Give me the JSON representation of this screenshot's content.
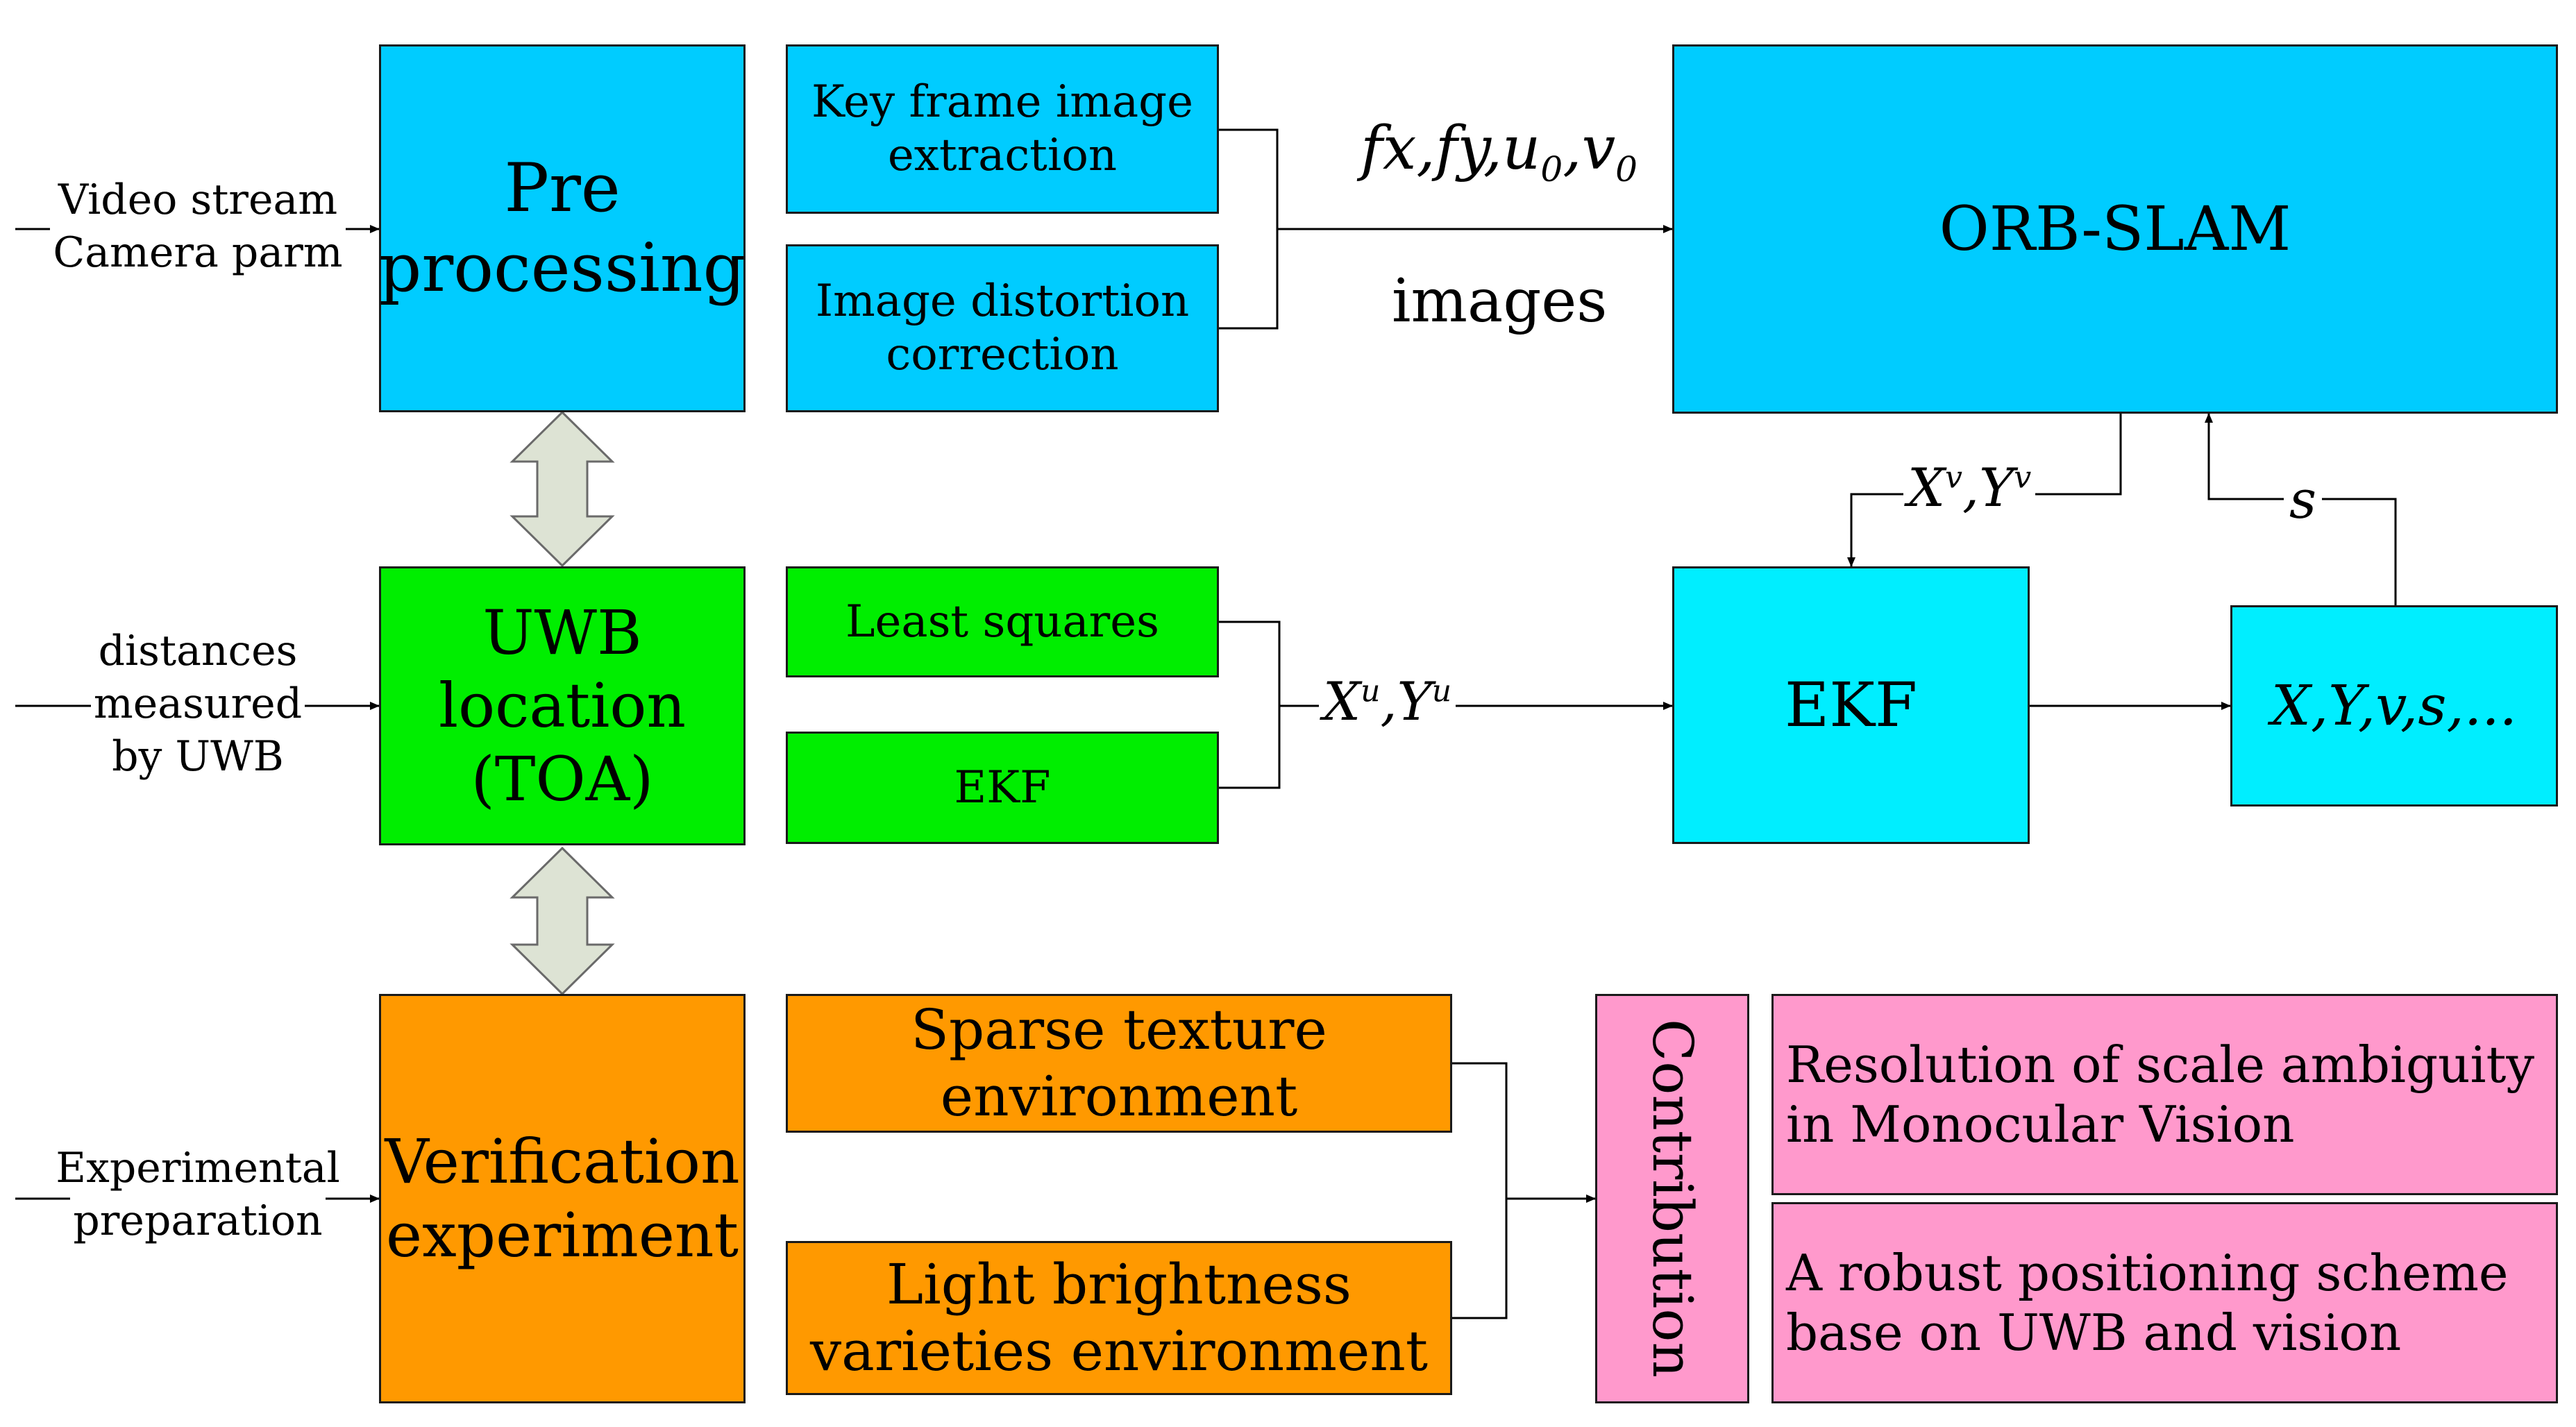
{
  "inputs": {
    "video_line1": "Video stream",
    "video_line2": "Camera parm",
    "uwb_line1": "distances",
    "uwb_line2": "measured",
    "uwb_line3": "by UWB",
    "exp_line1": "Experimental",
    "exp_line2": "preparation"
  },
  "blocks": {
    "preprocessing": [
      "Pre",
      "processing"
    ],
    "uwb_location": [
      "UWB",
      "location",
      "(TOA)"
    ],
    "verification": [
      "Verification",
      "experiment"
    ],
    "orb_slam": "ORB-SLAM",
    "ekf_main": "EKF",
    "state_out": "X,Y,v,s,...",
    "contribution": "Contribution"
  },
  "sub_blocks": {
    "key_frame": [
      "Key frame image",
      "extraction"
    ],
    "distortion": [
      "Image distortion",
      "correction"
    ],
    "least_squares": "Least squares",
    "ekf_uwb": "EKF",
    "sparse_texture": [
      "Sparse texture",
      "environment"
    ],
    "light_brightness": [
      "Light brightness",
      "varieties environment"
    ]
  },
  "contributions": [
    [
      "Resolution of scale ambiguity",
      "in Monocular Vision"
    ],
    [
      "A robust positioning scheme",
      "base on UWB and vision"
    ]
  ],
  "signals": {
    "camera_params": {
      "fx": "fx",
      "fy": "fy",
      "u": "u",
      "u_sub": "0",
      "v": "v",
      "v_sub": "0"
    },
    "images": "images",
    "vision_pos": {
      "x": "X",
      "x_sup": "v",
      "y": "Y",
      "y_sup": "v"
    },
    "uwb_pos": {
      "x": "X",
      "x_sup": "u",
      "y": "Y",
      "y_sup": "u"
    },
    "scale": "s"
  },
  "colors": {
    "blue": "#00ccff",
    "green": "#00ee00",
    "orange": "#ff9900",
    "cyan": "#00eeff",
    "pink": "#ff99cc",
    "arrow_fill": "#dde3d4"
  }
}
